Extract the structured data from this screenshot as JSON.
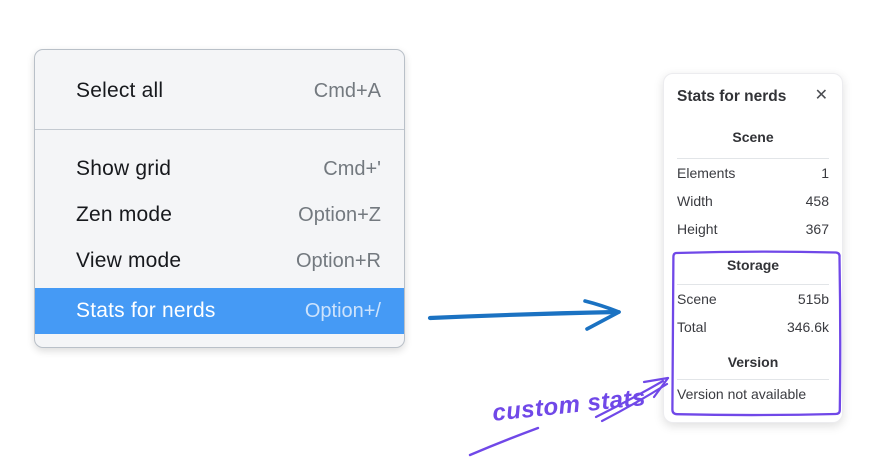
{
  "context_menu": {
    "items": [
      {
        "label": "Select all",
        "shortcut": "Cmd+A"
      },
      {
        "label": "Show grid",
        "shortcut": "Cmd+'"
      },
      {
        "label": "Zen mode",
        "shortcut": "Option+Z"
      },
      {
        "label": "View mode",
        "shortcut": "Option+R"
      },
      {
        "label": "Stats for nerds",
        "shortcut": "Option+/"
      }
    ],
    "highlighted_item": "Stats for nerds"
  },
  "stats_panel": {
    "title": "Stats for nerds",
    "close_icon": "✕",
    "sections": [
      {
        "heading": "Scene",
        "rows": [
          {
            "label": "Elements",
            "value": "1"
          },
          {
            "label": "Width",
            "value": "458"
          },
          {
            "label": "Height",
            "value": "367"
          }
        ]
      },
      {
        "heading": "Storage",
        "rows": [
          {
            "label": "Scene",
            "value": "515b"
          },
          {
            "label": "Total",
            "value": "346.6k"
          }
        ]
      },
      {
        "heading": "Version",
        "note": "Version not available"
      }
    ]
  },
  "annotations": {
    "custom_stats_label": "custom stats"
  },
  "colors": {
    "menu_highlight": "#459af5",
    "arrow_blue": "#1b72c2",
    "annotation_purple": "#7048e8"
  }
}
